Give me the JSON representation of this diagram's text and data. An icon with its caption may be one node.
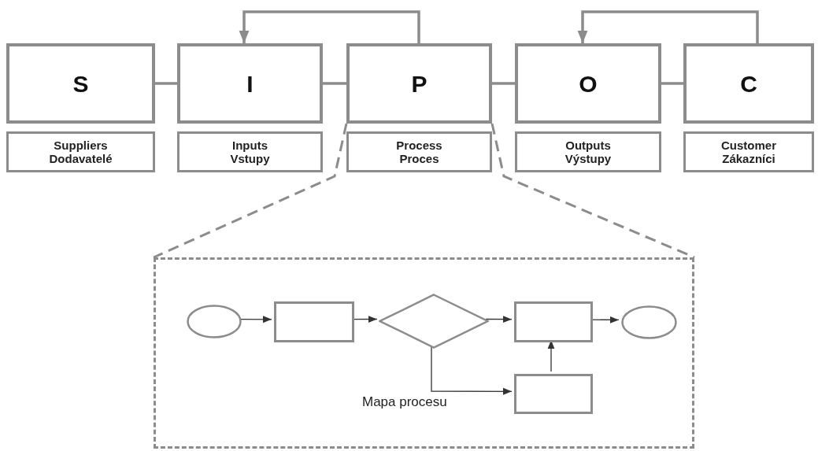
{
  "diagram": {
    "nodes": [
      {
        "text": [
          "S"
        ]
      },
      {
        "text": [
          "I"
        ]
      },
      {
        "text": [
          "P"
        ]
      },
      {
        "text": [
          "O"
        ]
      },
      {
        "text": [
          "C"
        ]
      },
      {
        "text": [
          "Suppliers",
          "Dodavatelé"
        ]
      },
      {
        "text": [
          "Inputs",
          "Vstupy"
        ]
      },
      {
        "text": [
          "Process",
          "Proces"
        ]
      },
      {
        "text": [
          "Outputs",
          "Výstupy"
        ]
      },
      {
        "text": [
          "Customer",
          "Zákazníci"
        ]
      },
      {
        "text": [
          "Mapa procesu"
        ]
      },
      {
        "text": [],
        "shape": "circle",
        "in": 10
      },
      {
        "text": [],
        "shape": "box",
        "in": 10
      },
      {
        "text": [],
        "shape": "diamond",
        "in": 10
      },
      {
        "text": [],
        "shape": "box",
        "in": 10
      },
      {
        "text": [],
        "shape": "circle",
        "in": 10
      },
      {
        "text": [],
        "shape": "box",
        "in": 10
      }
    ],
    "edges": [
      {
        "from": 0,
        "to": 1,
        "arrow": "none"
      },
      {
        "from": 1,
        "to": 2,
        "arrow": "none"
      },
      {
        "from": 2,
        "to": 3,
        "arrow": "none"
      },
      {
        "from": 3,
        "to": 4,
        "arrow": "none"
      },
      {
        "from": 2,
        "to": 1,
        "arrow": "to"
      },
      {
        "from": 4,
        "to": 3,
        "arrow": "to"
      },
      {
        "from": 2,
        "to": 10,
        "arrow": "none",
        "style": "dashed"
      },
      {
        "from": 2,
        "to": 10,
        "arrow": "none",
        "style": "dashed"
      },
      {
        "from": 11,
        "to": 12,
        "arrow": "to",
        "color": "#333333"
      },
      {
        "from": 12,
        "to": 13,
        "arrow": "to",
        "color": "#333333"
      },
      {
        "from": 13,
        "to": 14,
        "arrow": "to",
        "color": "#333333"
      },
      {
        "from": 14,
        "to": 15,
        "arrow": "to",
        "color": "#333333"
      },
      {
        "from": 13,
        "to": 16,
        "arrow": "to",
        "color": "#333333"
      },
      {
        "from": 16,
        "to": 14,
        "arrow": "to",
        "color": "#333333"
      }
    ]
  }
}
